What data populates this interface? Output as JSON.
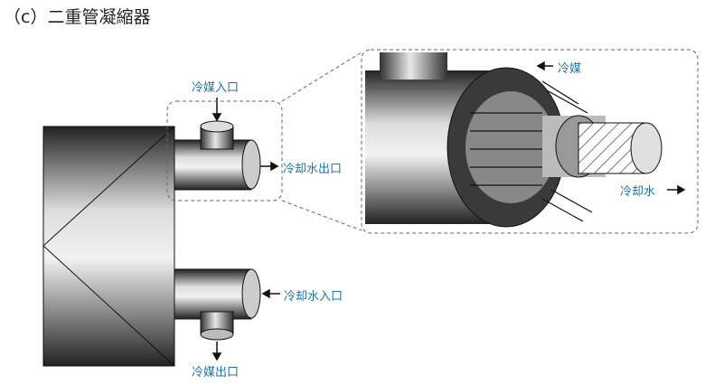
{
  "title": "（c）二重管凝縮器",
  "labels": {
    "refrigerant_inlet": "冷媒入口",
    "cooling_water_outlet": "冷却水出口",
    "cooling_water_inlet": "冷却水入口",
    "refrigerant_outlet": "冷媒出口",
    "refrigerant": "冷媒",
    "cooling_water": "冷却水"
  },
  "colors": {
    "label": "#1f73b3",
    "metal_dark": "#2a2a2a",
    "metal_light": "#d8d8d8"
  }
}
